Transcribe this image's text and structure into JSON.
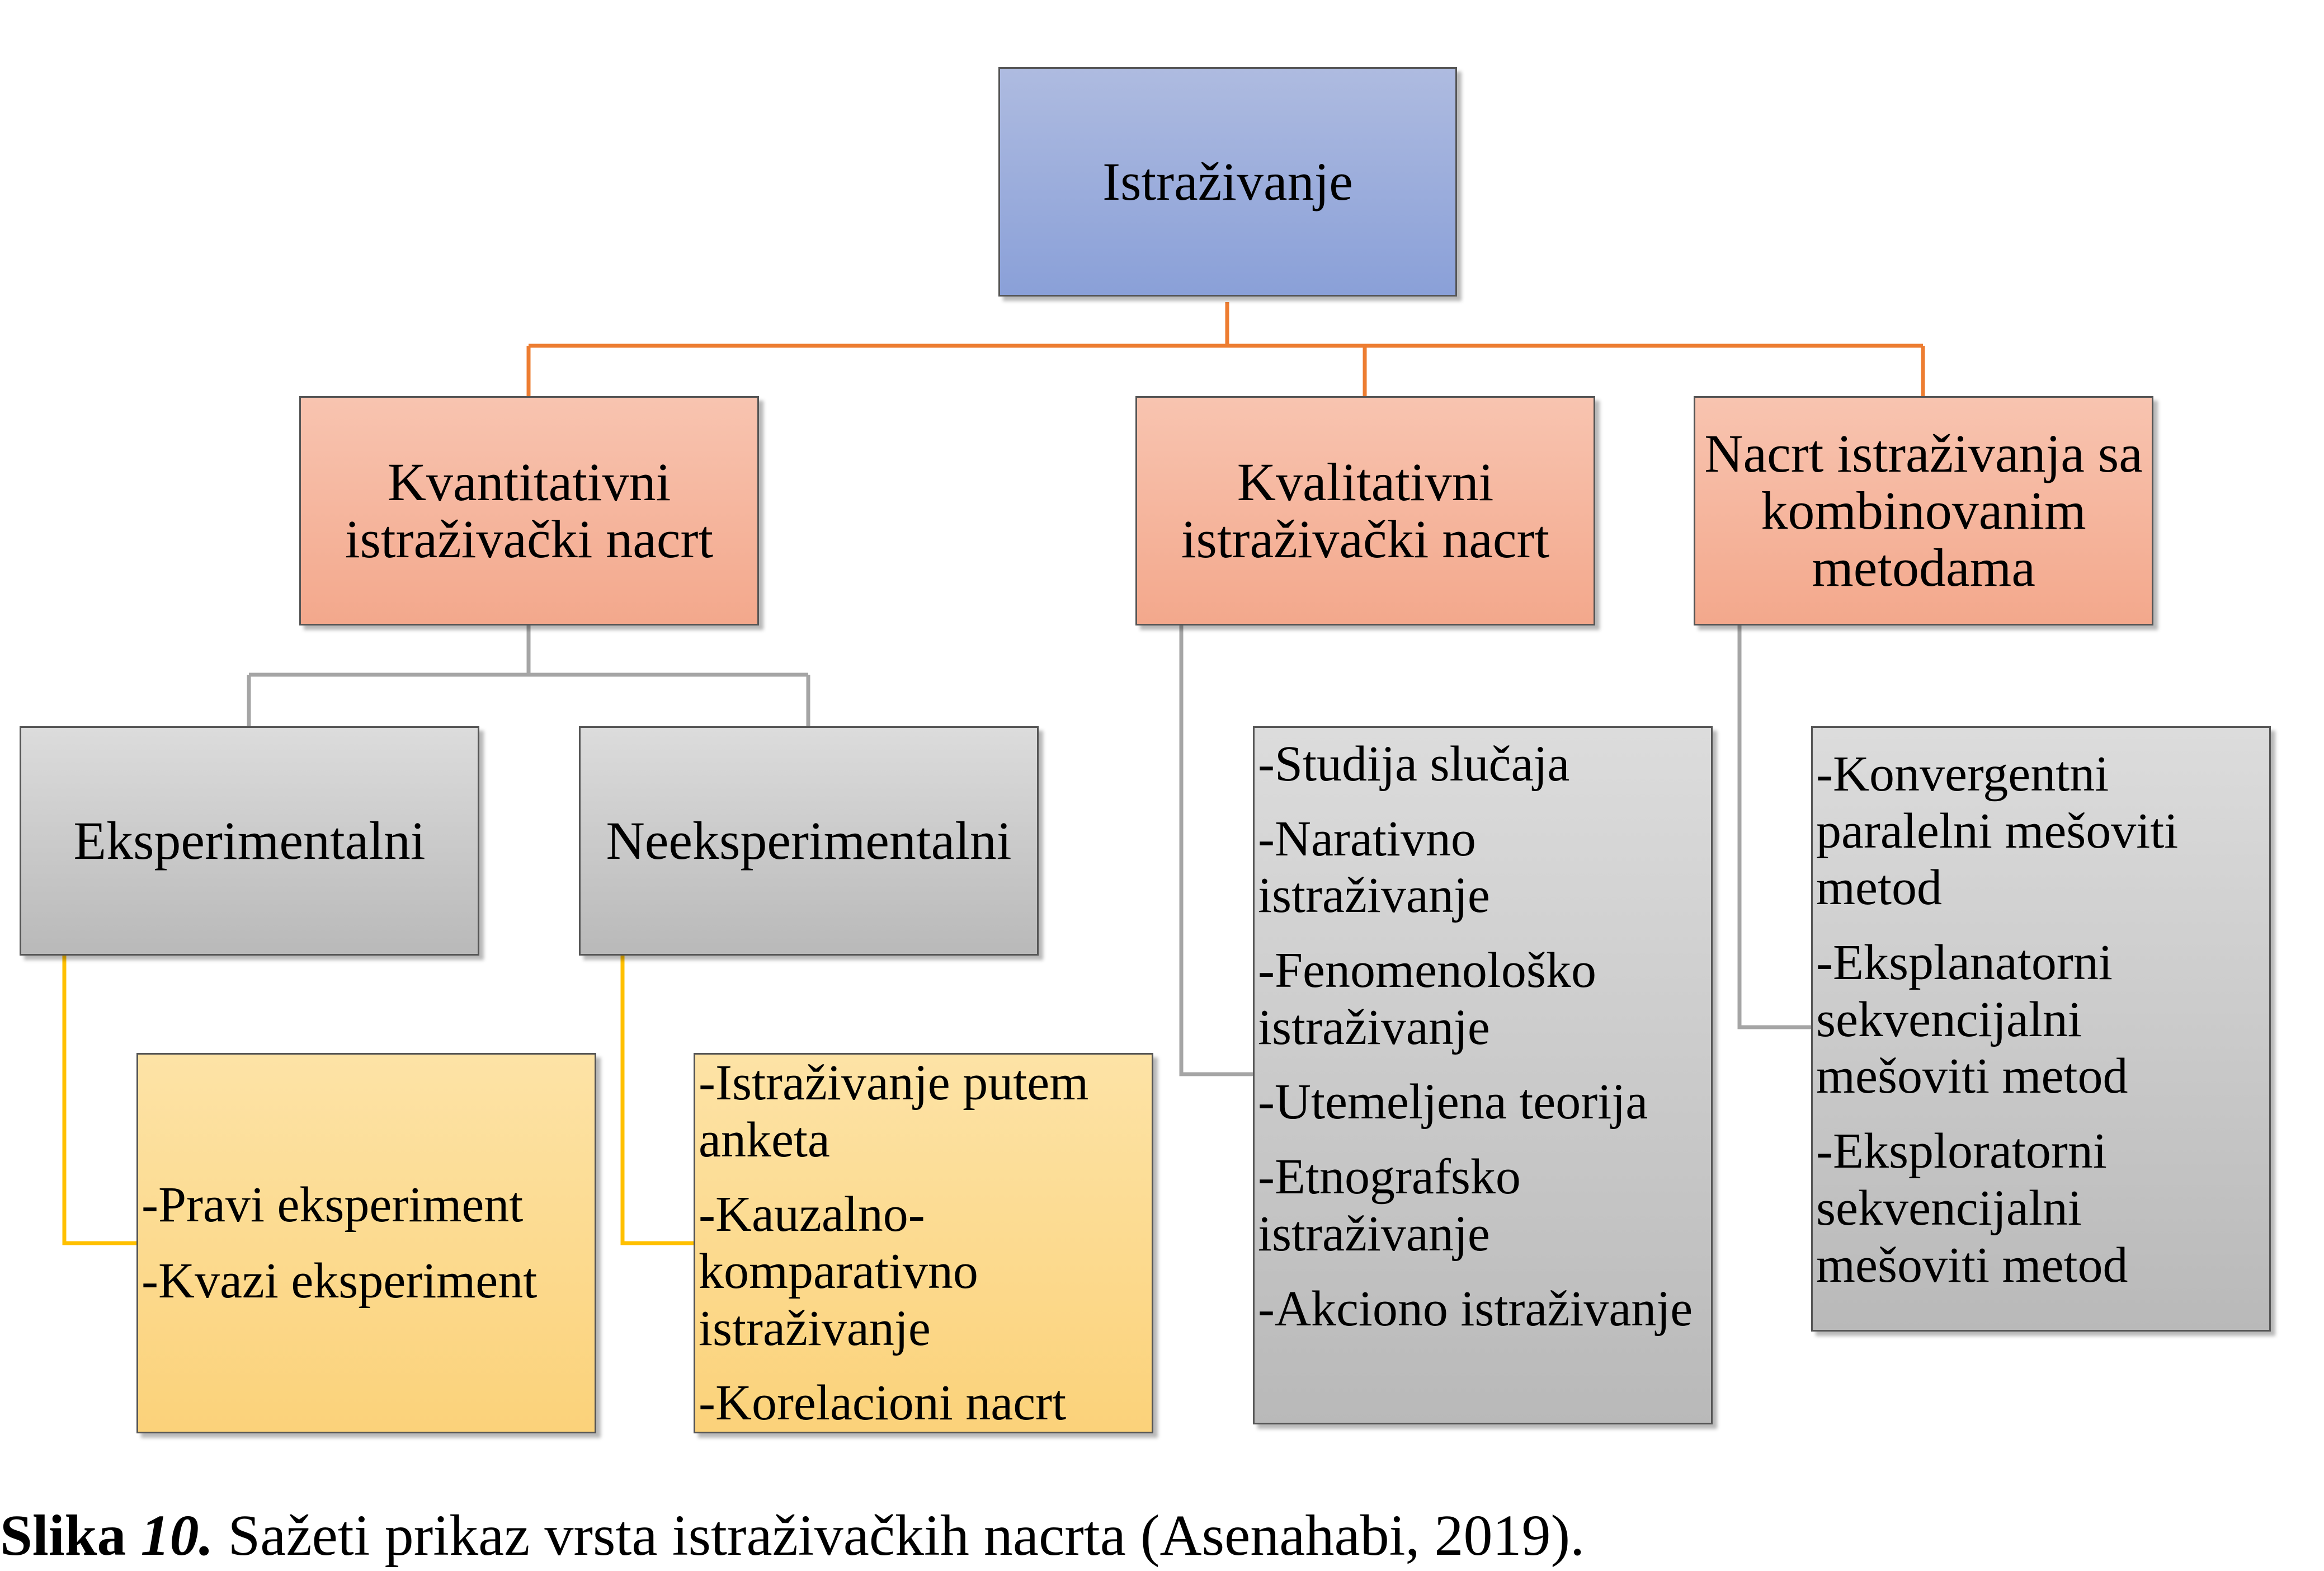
{
  "root": {
    "label": "Istraživanje"
  },
  "level1": [
    {
      "lines": [
        "Kvantitativni",
        "istraživački nacrt"
      ]
    },
    {
      "lines": [
        "Kvalitativni",
        "istraživački nacrt"
      ]
    },
    {
      "lines": [
        "Nacrt istraživanja sa",
        "kombinovanim",
        "metodama"
      ]
    }
  ],
  "level2": [
    {
      "label": "Eksperimentalni"
    },
    {
      "label": "Neeksperimentalni"
    }
  ],
  "lists": {
    "experimental": [
      "-Pravi eksperiment",
      "-Kvazi eksperiment"
    ],
    "nonexperimental": [
      "-Istraživanje putem anketa",
      "-Kauzalno-komparativno istraživanje",
      "-Korelacioni nacrt"
    ],
    "qualitative": [
      "-Studija slučaja",
      "-Narativno istraživanje",
      "-Fenomenološko istraživanje",
      "-Utemeljena teorija",
      "-Etnografsko istraživanje",
      "-Akciono istraživanje"
    ],
    "mixed": [
      "-Konvergentni paralelni mešoviti metod",
      "-Eksplanatorni sekvencijalni mešoviti metod",
      "-Eksploratorni sekvencijalni mešoviti metod"
    ]
  },
  "caption": {
    "prefix": "Slika ",
    "number": "10.",
    "text": " Sažeti  prikaz vrsta istraživačkih nacrta (Asenahabi, 2019)."
  },
  "colors": {
    "root_fill": "#8fa3d9",
    "level1_fill": "#f4ad93",
    "level2_fill": "#c4c4c4",
    "list_fill": "#fcd683",
    "connector_root": "#ed7d31",
    "connector_gray": "#a5a5a5",
    "connector_yellow": "#ffc000"
  }
}
